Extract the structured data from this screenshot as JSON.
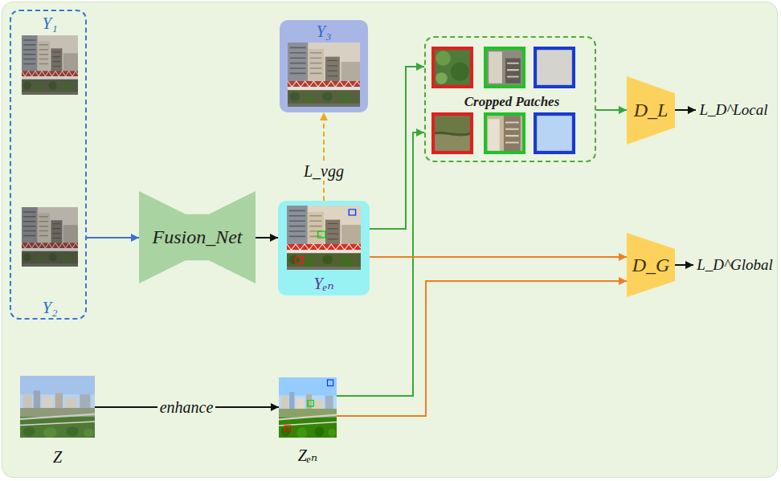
{
  "diagram": {
    "nodes": [
      {
        "text": [
          "Y₁",
          "Y₂"
        ]
      },
      {
        "text": [
          "Fusion_Net"
        ]
      },
      {
        "text": [
          "Y₃"
        ]
      },
      {
        "text": [
          "Yₑₙ"
        ]
      },
      {
        "text": [
          "Cropped Patches"
        ]
      },
      {
        "text": [
          "D_L"
        ]
      },
      {
        "text": [
          "D_G"
        ]
      },
      {
        "text": [
          "Z"
        ]
      },
      {
        "text": [
          "Zₑₙ"
        ]
      },
      {
        "text": [
          "L_D^Local"
        ]
      },
      {
        "text": [
          "L_D^Global"
        ]
      }
    ],
    "edges": [
      {
        "from": 0,
        "to": 1,
        "arrow": "to"
      },
      {
        "from": 1,
        "to": 3,
        "arrow": "to"
      },
      {
        "from": 3,
        "to": 2,
        "label": "L_vgg",
        "arrow": "to"
      },
      {
        "from": 3,
        "to": 4,
        "arrow": "to"
      },
      {
        "from": 8,
        "to": 4,
        "arrow": "to"
      },
      {
        "from": 4,
        "to": 5,
        "arrow": "to"
      },
      {
        "from": 3,
        "to": 6,
        "arrow": "to"
      },
      {
        "from": 8,
        "to": 6,
        "arrow": "to"
      },
      {
        "from": 5,
        "to": 9,
        "arrow": "to"
      },
      {
        "from": 6,
        "to": 10,
        "arrow": "to"
      },
      {
        "from": 7,
        "to": 8,
        "label": "enhance",
        "arrow": "to"
      }
    ]
  }
}
